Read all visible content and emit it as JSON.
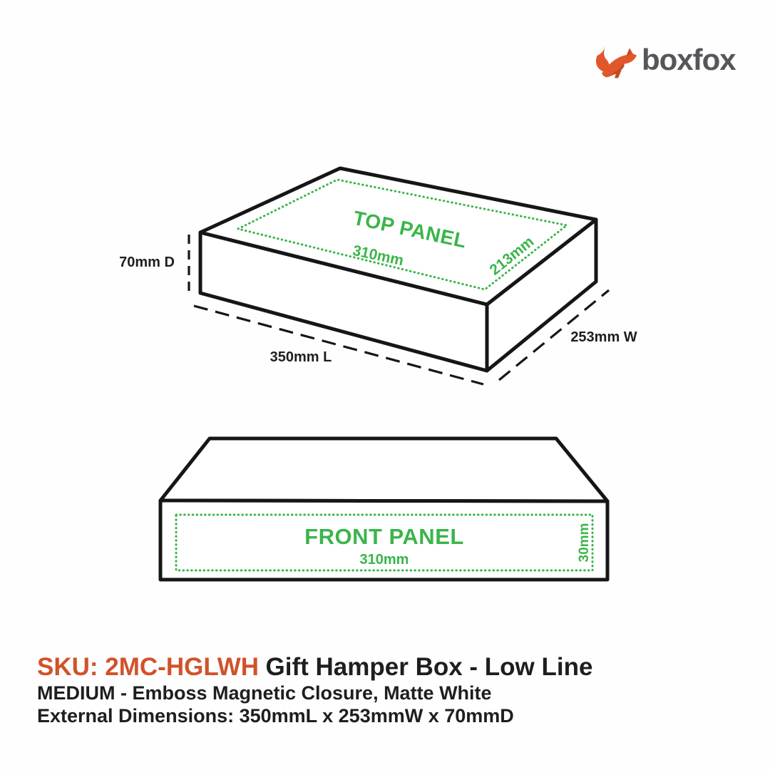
{
  "brand": {
    "name": "boxfox"
  },
  "colors": {
    "accent_green": "#3ab54a",
    "sku_orange": "#d0532b",
    "fox_orange": "#e0572c",
    "fox_orange_dark": "#c24b20",
    "logo_gray": "#55565a",
    "ink": "#1e1e1e",
    "line_black": "#161616"
  },
  "top_view": {
    "panel_label": "TOP PANEL",
    "inner_length": "310mm",
    "inner_width": "213mm",
    "depth_dim": "70mm D",
    "length_dim": "350mm L",
    "width_dim": "253mm W"
  },
  "front_view": {
    "panel_label": "FRONT PANEL",
    "inner_length": "310mm",
    "inner_height": "30mm"
  },
  "footer": {
    "sku": "SKU: 2MC-HGLWH",
    "title": "Gift Hamper Box - Low Line",
    "subtitle": "MEDIUM - Emboss Magnetic Closure, Matte White",
    "dimensions": "External Dimensions: 350mmL x 253mmW x 70mmD"
  }
}
